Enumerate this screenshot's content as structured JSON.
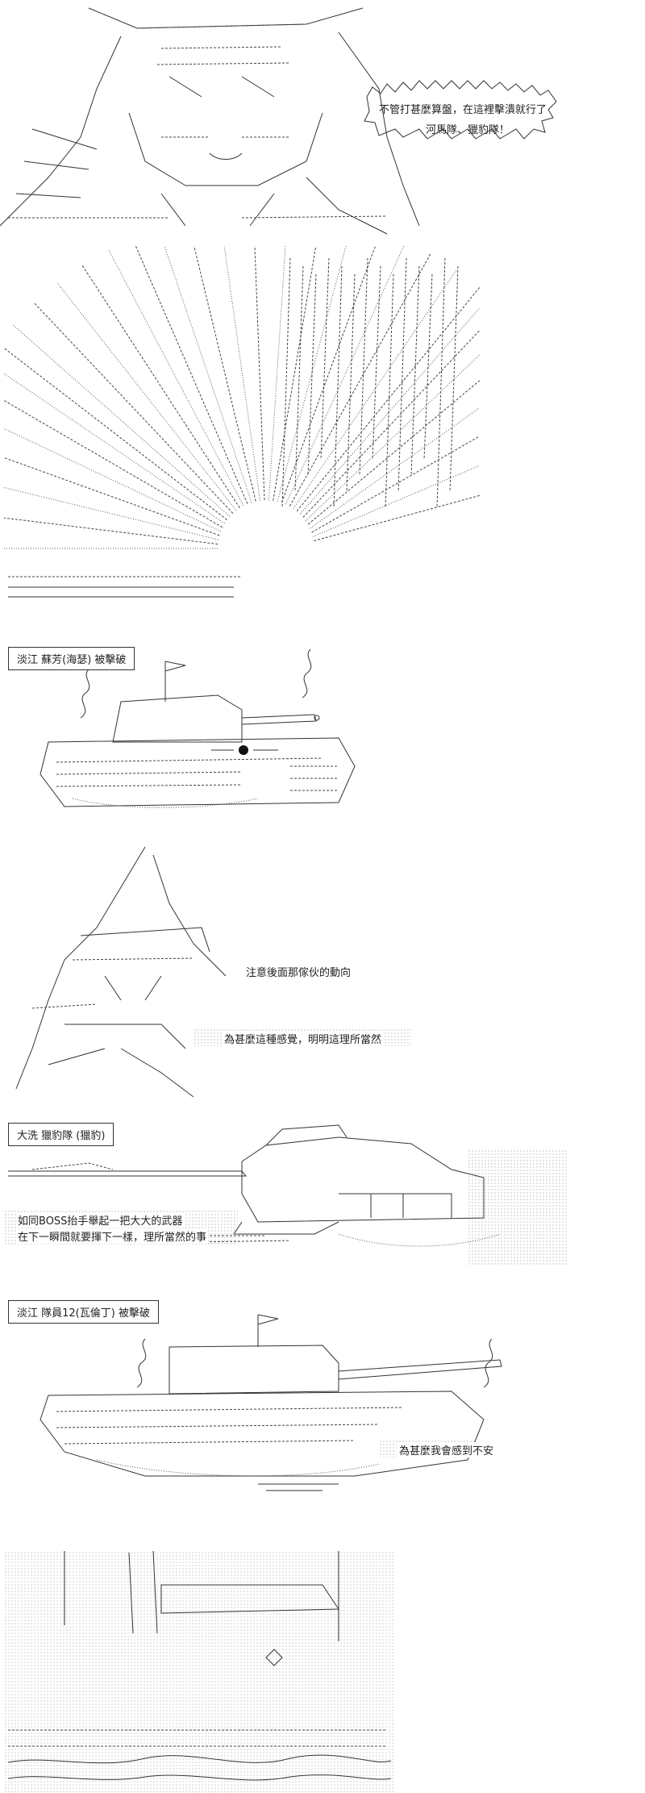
{
  "panel1": {
    "speech_line1": "不管打甚麼算盤，在這裡擊潰就行了",
    "speech_line2": "河馬隊、獵豹隊！"
  },
  "panel3": {
    "caption": "淡江 蘇芳(海瑟) 被擊破"
  },
  "panel4": {
    "thought1": "注意後面那傢伙的動向",
    "thought2": "為甚麼這種感覺，明明這理所當然"
  },
  "panel5": {
    "caption": "大洗 獵豹隊 (獵豹)",
    "narration_line1": "如同BOSS抬手舉起一把大大的武器",
    "narration_line2": "在下一瞬間就要揮下一樣，理所當然的事"
  },
  "panel6": {
    "caption": "淡江 隊員12(瓦倫丁) 被擊破",
    "thought": "為甚麼我會感到不安"
  }
}
